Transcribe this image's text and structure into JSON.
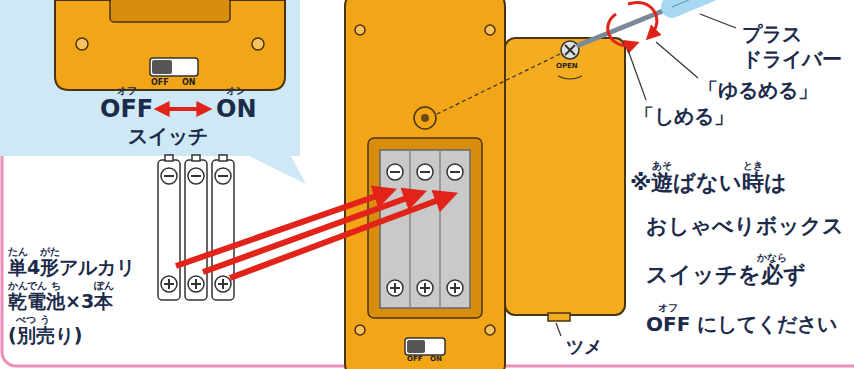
{
  "diagram": {
    "nodes": [
      {
        "text": [
          "OFF",
          "ON",
          "スイッチ"
        ]
      }
    ],
    "labels": [
      "OFF",
      "ON",
      "オフ",
      "オン",
      "単4形アルカリ 乾電池×3本 (別売り)",
      "たん",
      "がた",
      "かん",
      "でん",
      "ち",
      "ぽん",
      "べつ",
      "う",
      "OFF",
      "ON",
      "OPEN",
      "プラス ドライバー",
      "「ゆるめる」",
      "「しめる」",
      "ツメ",
      "※遊ばない時は",
      "おしゃべりボックス",
      "スイッチを必ず",
      "OFF にしてください",
      "あそ",
      "とき",
      "かなら",
      "オフ"
    ]
  }
}
